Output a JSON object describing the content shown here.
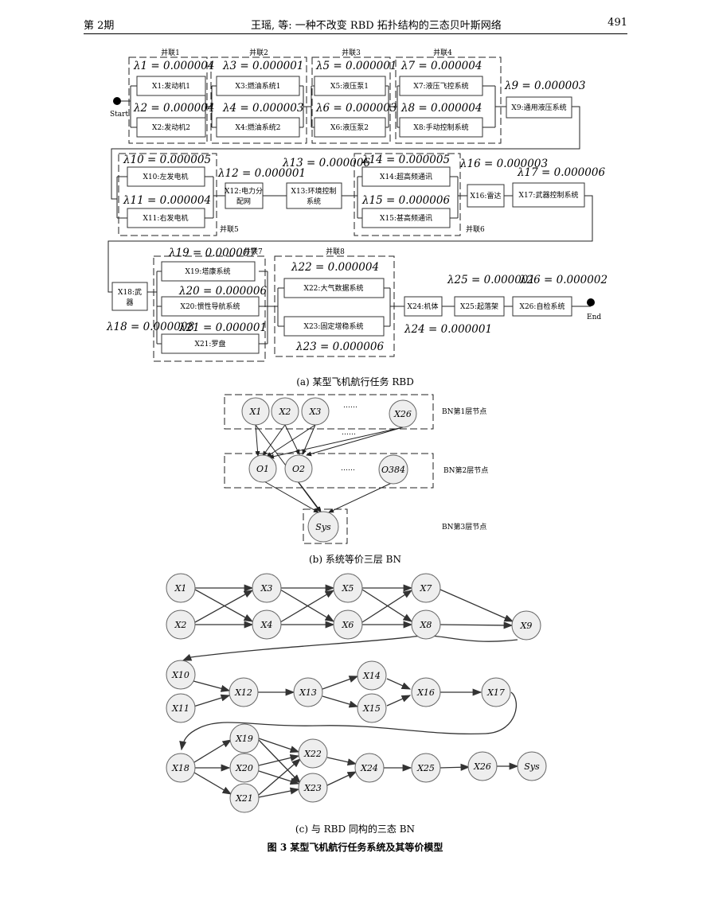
{
  "header": {
    "issue": "第 2期",
    "title": "王瑶, 等: 一种不改变 RBD 拓扑结构的三态贝叶斯网络",
    "page": "491"
  },
  "rbd": {
    "start": "Start",
    "end": "End",
    "groups": [
      "并联1",
      "并联2",
      "并联3",
      "并联4",
      "并联5",
      "并联6",
      "并联7",
      "并联8"
    ],
    "lambdas": {
      "l1": "λ1 = 0.000004",
      "l2": "λ2 = 0.000004",
      "l3": "λ3 = 0.000001",
      "l4": "λ4 = 0.000003",
      "l5": "λ5 = 0.000001",
      "l6": "λ6 = 0.000003",
      "l7": "λ7 = 0.000004",
      "l8": "λ8 = 0.000004",
      "l9": "λ9 = 0.000003",
      "l10": "λ10 = 0.000005",
      "l11": "λ11 = 0.000004",
      "l12": "λ12 = 0.000001",
      "l13": "λ13 = 0.000006",
      "l14": "λ14 = 0.000005",
      "l15": "λ15 = 0.000006",
      "l16": "λ16 = 0.000003",
      "l17": "λ17 = 0.000006",
      "l18": "λ18 = 0.000008",
      "l19": "λ19 = 0.000007",
      "l20": "λ20 = 0.000006",
      "l21": "λ21 = 0.000001",
      "l22": "λ22 = 0.000004",
      "l23": "λ23 = 0.000006",
      "l24": "λ24 = 0.000001",
      "l25": "λ25 = 0.000001",
      "l26": "λ26 = 0.000002"
    },
    "boxes": {
      "b1": "X1:发动机1",
      "b2": "X2:发动机2",
      "b3": "X3:燃油系统1",
      "b4": "X4:燃油系统2",
      "b5": "X5:液压泵1",
      "b6": "X6:液压泵2",
      "b7": "X7:液压飞控系统",
      "b8": "X8:手动控制系统",
      "b9": "X9:通用液压系统",
      "b10": "X10:左发电机",
      "b11": "X11:右发电机",
      "b12a": "X12:电力分",
      "b12b": "配网",
      "b13a": "X13:环境控制",
      "b13b": "系统",
      "b14": "X14:超高频通讯",
      "b15": "X15:甚高频通讯",
      "b16": "X16:雷达",
      "b17": "X17:武器控制系统",
      "b18a": "X18:武",
      "b18b": "器",
      "b19": "X19:塔康系统",
      "b20": "X20:惯性导航系统",
      "b21": "X21:罗盘",
      "b22": "X22:大气数据系统",
      "b23": "X23:固定增稳系统",
      "b24": "X24:机体",
      "b25": "X25:起落架",
      "b26": "X26:自检系统"
    }
  },
  "bn3": {
    "l1_nodes": [
      "X1",
      "X2",
      "X3",
      "X26"
    ],
    "l2_nodes": [
      "O1",
      "O2",
      "O384"
    ],
    "sys": "Sys",
    "ellipsis": "……",
    "layer_labels": [
      "BN第1层节点",
      "BN第2层节点",
      "BN第3层节点"
    ]
  },
  "bn_iso": {
    "nodes": [
      "X1",
      "X2",
      "X3",
      "X4",
      "X5",
      "X6",
      "X7",
      "X8",
      "X9",
      "X10",
      "X11",
      "X12",
      "X13",
      "X14",
      "X15",
      "X16",
      "X17",
      "X18",
      "X19",
      "X20",
      "X21",
      "X22",
      "X23",
      "X24",
      "X25",
      "X26",
      "Sys"
    ]
  },
  "captions": {
    "a": "(a) 某型飞机航行任务 RBD",
    "b": "(b) 系统等价三层 BN",
    "c": "(c) 与 RBD 同构的三态 BN",
    "fig": "图 3 某型飞机航行任务系统及其等价模型"
  }
}
